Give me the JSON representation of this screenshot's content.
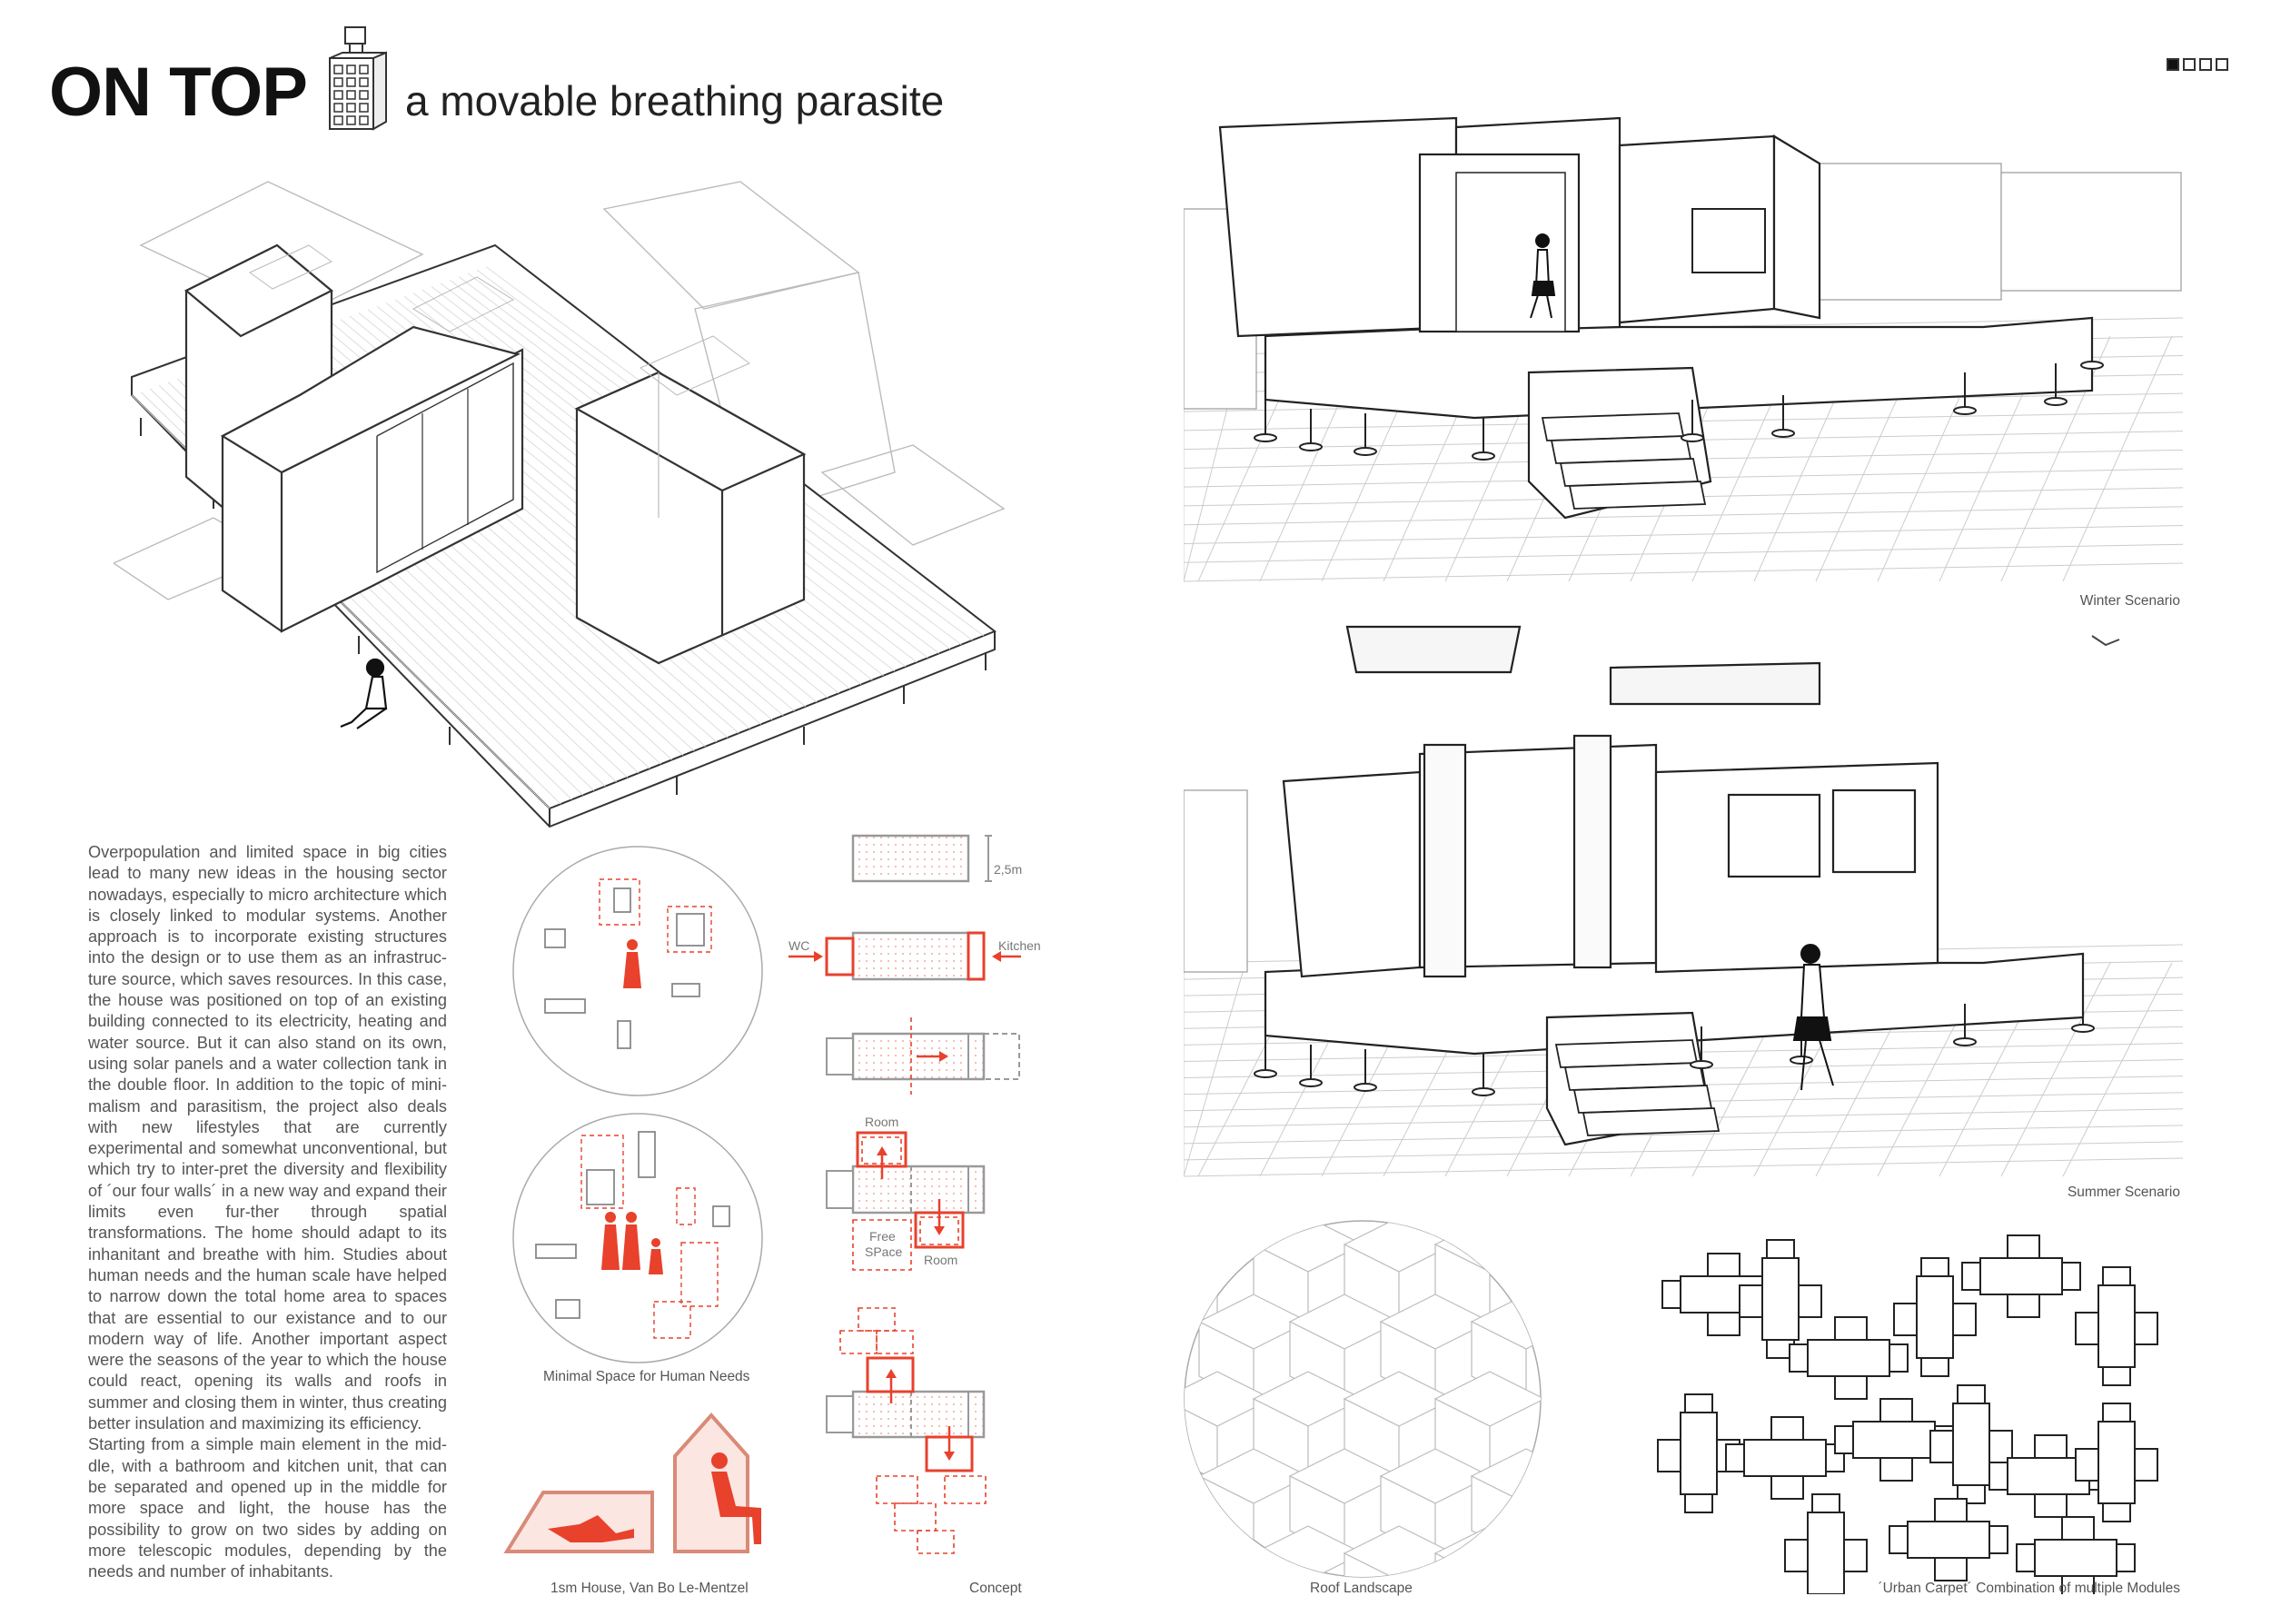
{
  "header": {
    "title": "ON TOP",
    "subtitle": "a movable breathing parasite",
    "logo_icon": "building-with-module-icon"
  },
  "pager": {
    "total": 4,
    "current": 1
  },
  "renders": {
    "winter_label": "Winter Scenario",
    "summer_label": "Summer Scenario"
  },
  "text": {
    "paragraph_1": "Overpopulation and limited space in big cities lead to many new ideas in the housing sector nowadays, especially to micro architecture which is closely linked to modular systems. Another approach is to incorporate  existing structures into the design or to use them as an infrastruc-ture source, which saves resources. In this case, the house was positioned on top of an existing building connected to its electricity, heating and water source. But it can also stand on its own, using solar panels and a water collection tank in the double floor. In addition to the topic of mini-malism and parasitism, the project also deals with new lifestyles that are currently experimental and somewhat unconventional, but which try to inter-pret the diversity and flexibility of ´our four walls´ in a new way and expand their limits even fur-ther through spatial transformations. The home should adapt to its inhanitant and breathe with him. Studies about human needs and the human scale have helped to narrow down the total home area to spaces that are essential to our existance and to our modern way of life. Another important aspect were the seasons of the year to which the house could react, opening its walls and roofs in summer and closing them in winter, thus creating better insulation and maximizing its efficiency.",
    "paragraph_2": "Starting from a simple main element in the mid-dle, with a bathroom and kitchen unit, that can be separated and opened up in the middle for more space and light, the house has the possibility to grow on two sides by adding on more telescopic modules, depending by the needs and number of inhabitants."
  },
  "diagrams": {
    "minimal_space_label": "Minimal Space for Human Needs",
    "one_sqm_house_label": "1sm House, Van Bo Le-Mentzel",
    "concept_label": "Concept",
    "concept": {
      "dimension": "2,5m",
      "wc": "WC",
      "kitchen": "Kitchen",
      "room_top": "Room",
      "free_space": [
        "Free",
        "SPace"
      ],
      "room_bottom": "Room"
    },
    "roof_landscape_label": "Roof Landscape",
    "urban_carpet_label": "´Urban Carpet´ Combination of multiple Modules"
  },
  "colors": {
    "accent": "#e8412c",
    "line": "#555555",
    "hatch": "#f4c9c2"
  }
}
